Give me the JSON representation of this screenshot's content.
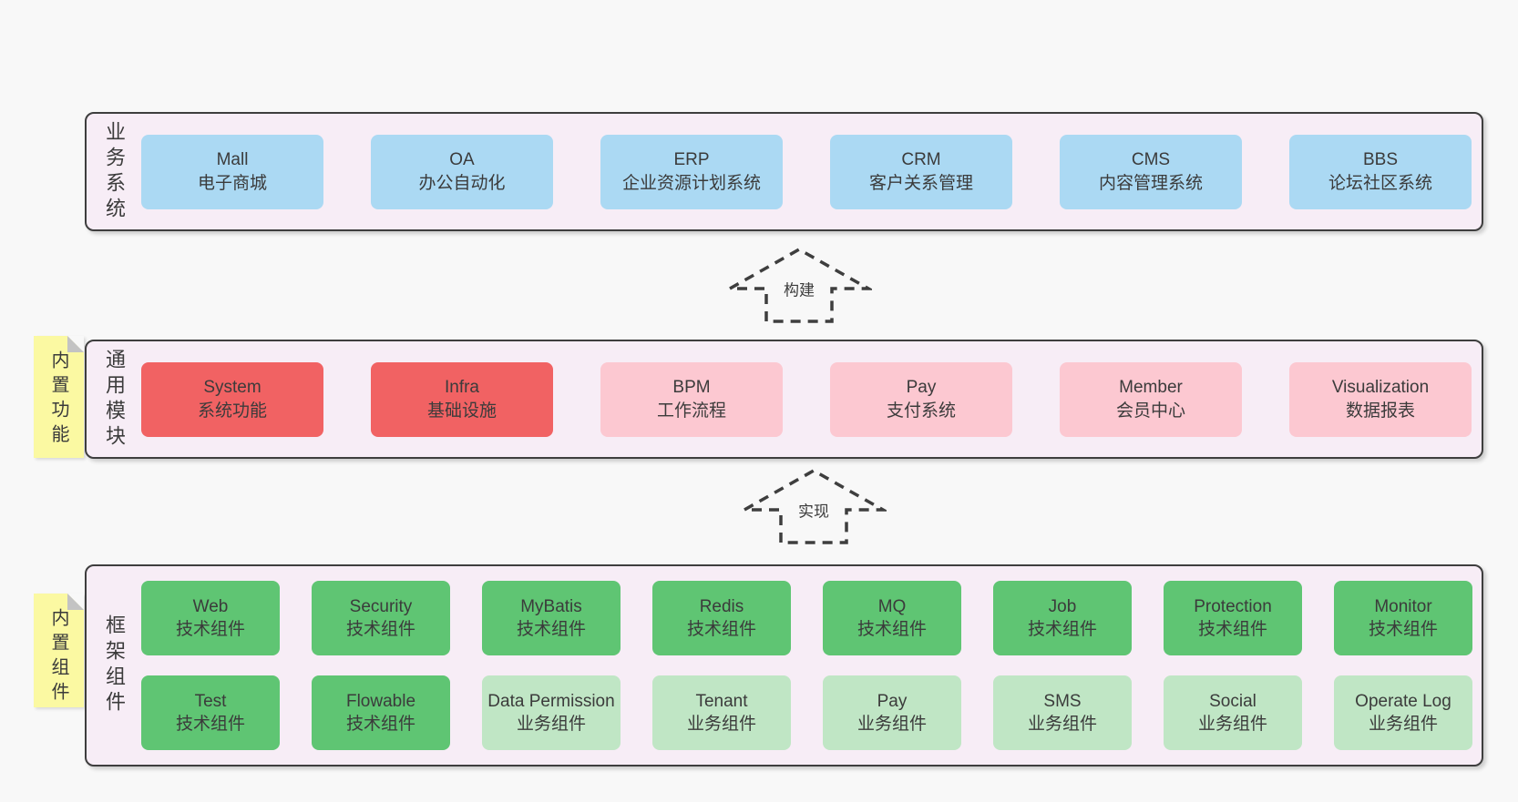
{
  "layers": {
    "business": {
      "label": "业务系统",
      "items": [
        {
          "name": "Mall",
          "desc": "电子商城"
        },
        {
          "name": "OA",
          "desc": "办公自动化"
        },
        {
          "name": "ERP",
          "desc": "企业资源计划系统"
        },
        {
          "name": "CRM",
          "desc": "客户关系管理"
        },
        {
          "name": "CMS",
          "desc": "内容管理系统"
        },
        {
          "name": "BBS",
          "desc": "论坛社区系统"
        }
      ]
    },
    "modules": {
      "label": "通用模块",
      "tag": "内置功能",
      "items": [
        {
          "name": "System",
          "desc": "系统功能"
        },
        {
          "name": "Infra",
          "desc": "基础设施"
        },
        {
          "name": "BPM",
          "desc": "工作流程"
        },
        {
          "name": "Pay",
          "desc": "支付系统"
        },
        {
          "name": "Member",
          "desc": "会员中心"
        },
        {
          "name": "Visualization",
          "desc": "数据报表"
        }
      ]
    },
    "framework": {
      "label": "框架组件",
      "tag": "内置组件",
      "row1": [
        {
          "name": "Web",
          "desc": "技术组件"
        },
        {
          "name": "Security",
          "desc": "技术组件"
        },
        {
          "name": "MyBatis",
          "desc": "技术组件"
        },
        {
          "name": "Redis",
          "desc": "技术组件"
        },
        {
          "name": "MQ",
          "desc": "技术组件"
        },
        {
          "name": "Job",
          "desc": "技术组件"
        },
        {
          "name": "Protection",
          "desc": "技术组件"
        },
        {
          "name": "Monitor",
          "desc": "技术组件"
        }
      ],
      "row2": [
        {
          "name": "Test",
          "desc": "技术组件"
        },
        {
          "name": "Flowable",
          "desc": "技术组件"
        },
        {
          "name": "Data Permission",
          "desc": "业务组件"
        },
        {
          "name": "Tenant",
          "desc": "业务组件"
        },
        {
          "name": "Pay",
          "desc": "业务组件"
        },
        {
          "name": "SMS",
          "desc": "业务组件"
        },
        {
          "name": "Social",
          "desc": "业务组件"
        },
        {
          "name": "Operate Log",
          "desc": "业务组件"
        }
      ]
    }
  },
  "arrows": {
    "build": "构建",
    "implement": "实现"
  },
  "colors": {
    "page_bg": "#f8f8f8",
    "layer_bg": "#f7edf6",
    "border": "#3e3e3e",
    "blue": "#abd9f3",
    "red": "#f16263",
    "pink": "#fcc8d1",
    "green_dark": "#5fc573",
    "green_light": "#c0e6c5",
    "sticky_yellow": "#fbf9a2",
    "fold_gray": "#c3c3c3",
    "text": "#3b3b3b"
  }
}
